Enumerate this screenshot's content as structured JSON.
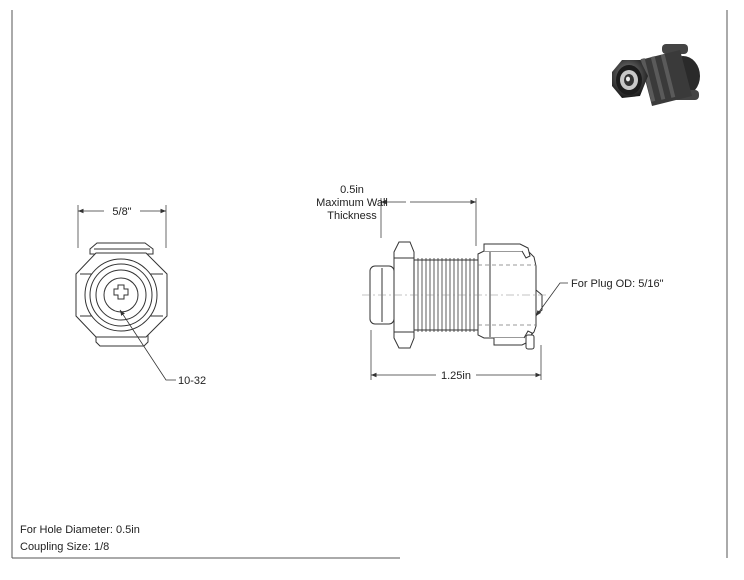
{
  "dimensions": {
    "front_width": "5/8\"",
    "thread": "10-32",
    "wall_thickness_value": "0.5in",
    "wall_thickness_line1": "Maximum Wall",
    "wall_thickness_line2": "Thickness",
    "overall_length": "1.25in",
    "plug_od": "For Plug OD: 5/16\""
  },
  "notes": {
    "hole_diameter": "For Hole Diameter: 0.5in",
    "coupling_size": "Coupling Size: 1/8"
  }
}
